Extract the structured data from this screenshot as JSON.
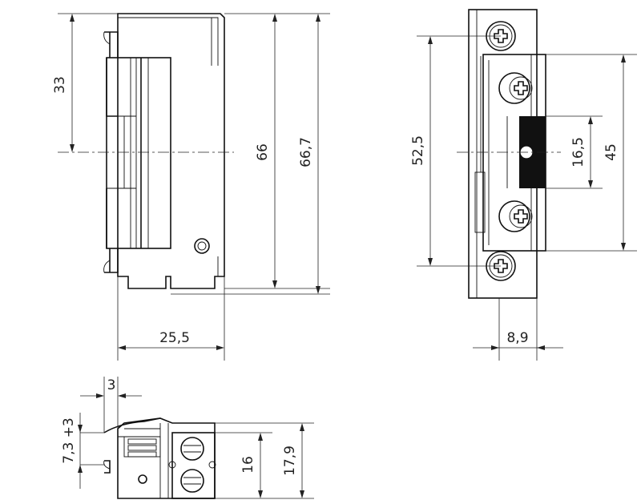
{
  "front_view": {
    "dim_top_half": "33",
    "dim_body_length": "66",
    "dim_total_length": "66,7",
    "dim_width": "25,5"
  },
  "side_view": {
    "dim_screw_spacing": "52,5",
    "dim_latch_opening": "16,5",
    "dim_plate_length": "45",
    "dim_plate_depth": "8,9"
  },
  "bottom_view": {
    "dim_offset": "3",
    "dim_latch_depth": "7,3 +3",
    "dim_body_height": "16",
    "dim_total_height": "17,9"
  }
}
